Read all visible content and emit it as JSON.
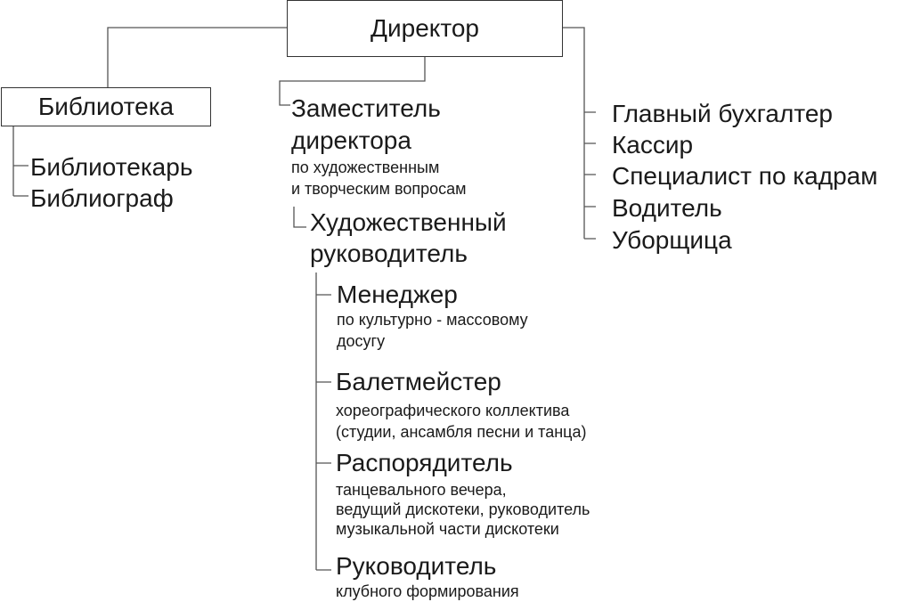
{
  "director": "Директор",
  "library": {
    "title": "Библиотека",
    "items": [
      "Библиотекарь",
      "Библиограф"
    ]
  },
  "deputy": {
    "title_line1": "Заместитель",
    "title_line2": "директора",
    "sub_line1": "по художественным",
    "sub_line2": "и творческим вопросам"
  },
  "art_head": {
    "line1": "Художественный",
    "line2": "руководитель"
  },
  "roles": [
    {
      "title": "Менеджер",
      "desc": [
        "по культурно - массовому",
        "досугу"
      ]
    },
    {
      "title": "Балетмейстер",
      "desc": [
        "хореографического коллектива",
        "(студии, ансамбля песни и танца)"
      ]
    },
    {
      "title": "Распорядитель",
      "desc": [
        "танцевального вечера,",
        "ведущий дискотеки, руководитель",
        "музыкальной части дискотеки"
      ]
    },
    {
      "title": "Руководитель",
      "desc": [
        "клубного формирования"
      ]
    }
  ],
  "staff": [
    "Главный бухгалтер",
    "Кассир",
    "Специалист по кадрам",
    "Водитель",
    "Уборщица"
  ]
}
